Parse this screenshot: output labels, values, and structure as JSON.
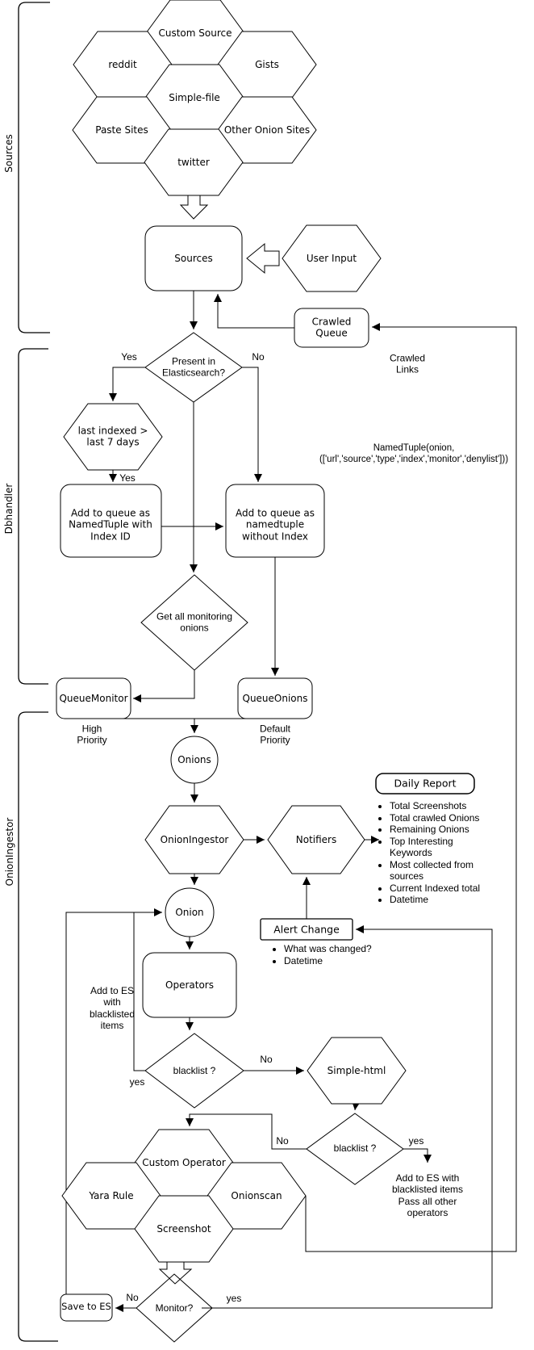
{
  "brackets": {
    "sources_label": "Sources",
    "dbhandler_label": "Dbhandler",
    "onioningestor_label": "OnionIngestor"
  },
  "source_cluster": {
    "custom_source": "Custom Source",
    "reddit": "reddit",
    "gists": "Gists",
    "simple_file": "Simple-file",
    "paste_sites": "Paste Sites",
    "other_onion_sites": "Other Onion Sites",
    "twitter": "twitter"
  },
  "ingest": {
    "sources_box": "Sources",
    "user_input": "User Input",
    "crawled_queue": "Crawled\nQueue",
    "crawled_links": "Crawled\nLinks"
  },
  "dbhandler": {
    "present_in_es": "Present in\nElasticsearch?",
    "yes_branch": "Yes",
    "no_branch": "No",
    "last_indexed": "last indexed >\nlast 7 days",
    "yes_under_hex": "Yes",
    "add_with_index": "Add to queue as\nNamedTuple with\nIndex ID",
    "add_without_index": "Add to queue as\nnamedtuple\nwithout Index",
    "namedtuple_note": "NamedTuple(onion,\n(['url','source','type','index','monitor','denylist']))",
    "get_all_monitoring": "Get all monitoring\nonions",
    "queue_monitor": "QueueMonitor",
    "queue_onions": "QueueOnions",
    "high_priority": "High\nPriority",
    "default_priority": "Default\nPriority"
  },
  "ingestor": {
    "onions": "Onions",
    "onion_ingestor": "OnionIngestor",
    "notifiers": "Notifiers",
    "daily_report": "Daily Report",
    "report_items": [
      "Total Screenshots",
      "Total crawled Onions",
      "Remaining Onions",
      "Top Interesting Keywords",
      "Most collected from sources",
      "Current Indexed total",
      "Datetime"
    ],
    "onion": "Onion",
    "alert_change": "Alert Change",
    "alert_items": [
      "What was changed?",
      "Datetime"
    ],
    "operators": "Operators",
    "add_es_left": "Add to ES\nwith\nblacklisted\nitems",
    "blacklist1": "blacklist ?",
    "no1": "No",
    "yes1": "yes",
    "simple_html": "Simple-html",
    "blacklist2": "blacklist ?",
    "no2": "No",
    "yes2": "yes",
    "add_es_right": "Add to ES with\nblacklisted items\nPass all other\noperators",
    "custom_operator": "Custom Operator",
    "yara_rule": "Yara Rule",
    "onionscan": "Onionscan",
    "screenshot": "Screenshot",
    "monitor": "Monitor?",
    "no3": "No",
    "yes3": "yes",
    "save_to_es": "Save to ES"
  }
}
